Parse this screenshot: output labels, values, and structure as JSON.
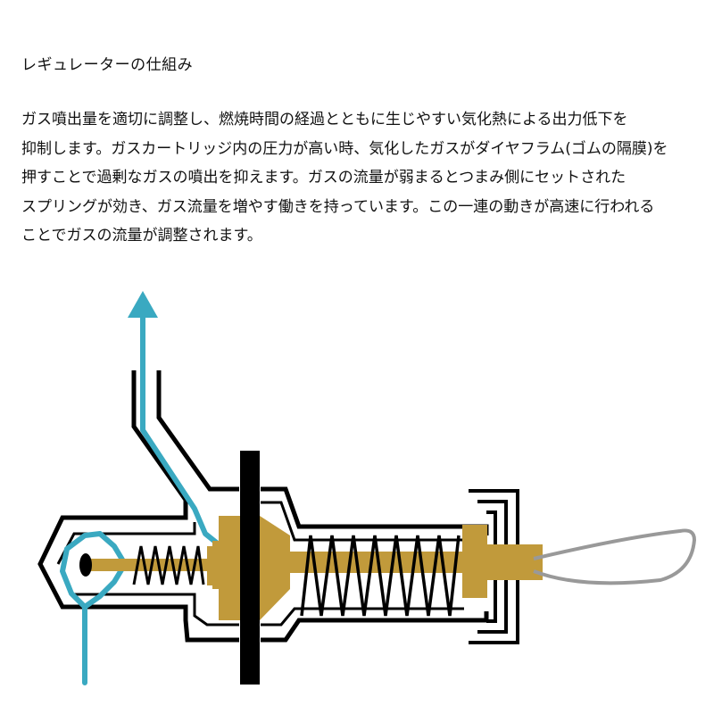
{
  "title": "レギュレーターの仕組み",
  "description_lines": [
    "ガス噴出量を適切に調整し、燃焼時間の経過とともに生じやすい気化熱による出力低下を",
    "抑制します。ガスカートリッジ内の圧力が高い時、気化したガスがダイヤフラム(ゴムの隔膜)を",
    "押すことで過剰なガスの噴出を抑えます。ガスの流量が弱まるとつまみ側にセットされた",
    "スプリングが効き、ガス流量を増やす働きを持っています。この一連の動きが高速に行われる",
    "ことでガスの流量が調整されます。"
  ],
  "colors": {
    "gas_flow": "#3aa9c1",
    "brass": "#c19a3b",
    "outline": "#000000",
    "diaphragm": "#000000",
    "knob_wire": "#999999"
  }
}
